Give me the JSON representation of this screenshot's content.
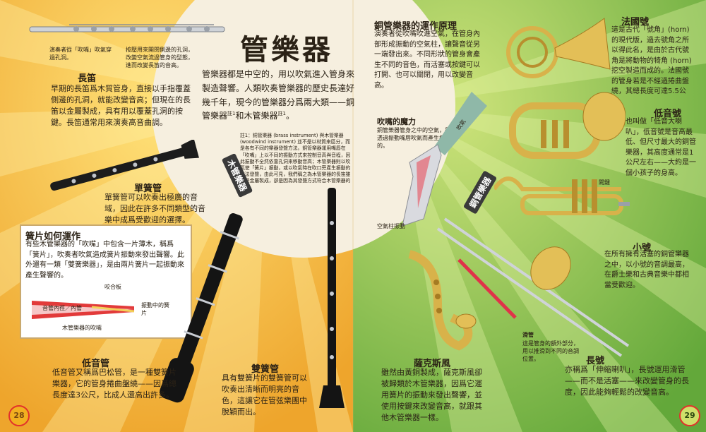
{
  "title": "管樂器",
  "intro": "管樂器都是中空的，用以吹氣進入管身來製造聲響。人類吹奏管樂器的歷史長達好幾千年，現今的管樂器分爲兩大類——銅管樂器",
  "intro_note1": "註1",
  "intro_mid": "和木管樂器",
  "intro_note2": "註1",
  "intro_end": "。",
  "footnote": "註1：銅管樂器 (brass instrument) 與木管樂器 (woodwind instrument) 並不是以材質來區分，而是各有不同的樂器發聲方法。銅管樂器運用嘴唇在「吹嘴」上以不同的振動方式來控制音高與音程，因此振動不全然依靠孔洞來移動音高；木管樂器則以吹氣使「簧片」振動，或以吹氣時在吹口旁產生振動的方法發聲，由此可見，我們稱之為木管樂器的長笛雖然是金屬製成，卻是因為其發聲方式符合木管樂器的條件。",
  "flute_label_mouth": "演奏者從「吹嘴」吹氣穿過孔洞。",
  "flute_label_keys": "按壓用來開閉側邊的孔洞，改變空氣流過管身的型態，進而改變長笛的音高。",
  "flute_h": "長笛",
  "flute_t": "早期的長笛爲木質管身，直接以手指覆蓋側邊的孔洞，就能改變音高；但現在的長笛以金屬製成，具有用以覆蓋孔洞的按鍵。長笛通常用來演奏高音曲調。",
  "clarinet_h": "單簧管",
  "clarinet_t": "單簧管可以吹奏出極廣的音域，因此在許多不同類型的音樂中成爲受歡迎的選擇。",
  "reed_box_h": "簧片如何運作",
  "reed_box_t": "有些木管樂器的「吹嘴」中包含一片薄木，稱爲「簧片」，吹奏者吹氣造成簧片振動來發出聲響。此外還有一類「雙簧樂器」，是由兩片簧片一起振動來產生聲響的。",
  "reed_label_mouthpiece": "咬合板",
  "reed_label_vibrate": "振動中的簧片",
  "reed_label_inner": "音管內徑／內管",
  "reed_label_mouthpiece_of": "木管樂器的吹嘴",
  "bassoon_h": "低音管",
  "bassoon_t": "低音管又稱爲巴松管，是一種雙簧片樂器，它的管身捲曲盤繞——因爲總長度達3公尺，比成人還高出許多。",
  "oboe_h": "雙簧管",
  "oboe_t": "具有雙簧片的雙簧管可以吹奏出清晰而明亮的音色，這讓它在管弦樂團中脫穎而出。",
  "woodwind_tag": "木管樂器",
  "brass_tag": "銅管樂器",
  "brass_how_h": "銅管樂器的運作原理",
  "brass_how_t": "演奏者從吹嘴吹進空氣，在管身內部形成振動的空氣柱，讓聲音從另一端發出來。不同形狀的管身會產生不同的音色，而活塞或按鍵可以打開、也可以關閉，用以改變音高。",
  "lips_h": "吹嘴的魔力",
  "lips_t": "銅管樂器管身之中的空氣，是透過振動嘴唇吹氣而產生振動的。",
  "air_arrow": "吹氣",
  "air_column": "空氣柱振動",
  "horn_h": "法國號",
  "horn_t": "這是古代「號角」(horn) 的現代版，過去號角之所以得此名，是由於古代號角是將動物的犄角 (horn) 挖空製造而成的。法國號的管身若是不經過捲曲盤繞，其總長度可達5.5公尺。",
  "tuba_h": "低音號",
  "tuba_t": "也叫做「低音大喇叭」，低音號是音高最低、但尺寸最大的銅管樂器，其高度通常是1公尺左右——大約是一個小孩子的身高。",
  "valve_label": "閥鍵",
  "trumpet_h": "小號",
  "trumpet_t": "在所有擁有活塞的銅管樂器之中，以小號的音調最高，在爵士樂和古典音樂中都相當受歡迎。",
  "sax_h": "薩克斯風",
  "sax_t": "雖然由黃銅製成，薩克斯風卻被歸類於木管樂器，因爲它運用簧片的振動來發出聲響，並使用按鍵來改變音高，就跟其他木管樂器一樣。",
  "slide_label": "滑管",
  "slide_t": "這是管身的額外部分，用以推滑到不同的音調位置。",
  "trombone_h": "長號",
  "trombone_t": "亦稱爲「伸縮喇叭」，長號運用滑管——而不是活塞——來改變管身的長度，因此能夠輕鬆的改變音高。",
  "page_left": "28",
  "page_right": "29",
  "colors": {
    "yellow": "#f4c232",
    "orange": "#e8912a",
    "green": "#8cc04a",
    "cream": "#f6efdf",
    "ink": "#2b2216"
  }
}
